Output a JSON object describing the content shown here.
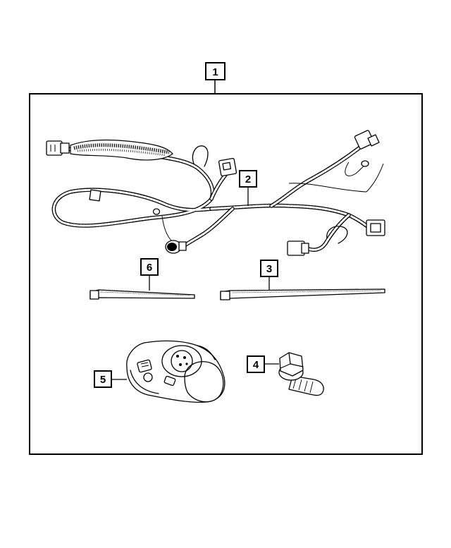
{
  "callouts": [
    {
      "id": "kit",
      "label": "1"
    },
    {
      "id": "harness",
      "label": "2"
    },
    {
      "id": "tie-long",
      "label": "3"
    },
    {
      "id": "bolt",
      "label": "4"
    },
    {
      "id": "connector-housing",
      "label": "5"
    },
    {
      "id": "tie-short",
      "label": "6"
    }
  ]
}
